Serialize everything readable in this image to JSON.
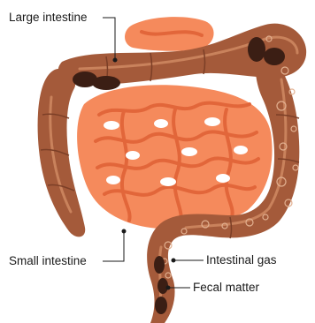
{
  "labels": {
    "large_intestine": "Large intestine",
    "small_intestine": "Small intestine",
    "intestinal_gas": "Intestinal gas",
    "fecal_matter": "Fecal matter"
  },
  "colors": {
    "small_intestine": "#f58a5c",
    "small_intestine_dark": "#e2663a",
    "large_intestine": "#a45a3a",
    "large_intestine_light": "#c9825c",
    "fecal_matter": "#3b1e14",
    "leader_line": "#1a1a1a"
  }
}
